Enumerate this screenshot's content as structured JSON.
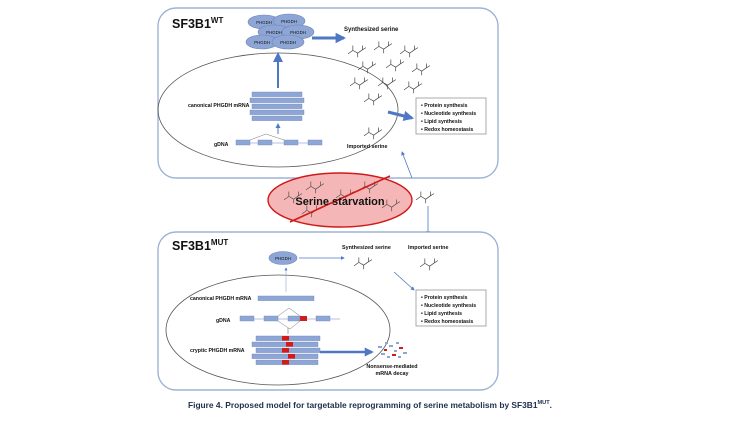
{
  "colors": {
    "panel_border": "#9fb4d6",
    "box_fill": "#8ea6d6",
    "box_stroke": "#6f86b8",
    "arrow": "#4f78c4",
    "mutation_red": "#d11a1a",
    "starvation_fill": "#f4b6b6",
    "starvation_stroke": "#d11a1a"
  },
  "wt_panel": {
    "title": "SF3B1",
    "title_sup": "WT",
    "protein_label": "PHGDH",
    "synth_serine_label": "Synthesized serine",
    "canonical_mrna_label": "canonical PHGDH mRNA",
    "gdna_label": "gDNA",
    "imported_serine_label": "Imported serine",
    "outcomes": [
      "Protein synthesis",
      "Nucleotide synthesis",
      "Lipid synthesis",
      "Redox homeostasis"
    ]
  },
  "starvation": {
    "label": "Serine starvation"
  },
  "mut_panel": {
    "title": "SF3B1",
    "title_sup": "MUT",
    "protein_label": "PHGDH",
    "synth_serine_label": "Synthesized serine",
    "imported_serine_label": "Imported serine",
    "canonical_mrna_label": "canonical PHGDH mRNA",
    "gdna_label": "gDNA",
    "cryptic_mrna_label": "cryptic PHGDH mRNA",
    "nmd_label_1": "Nonsense-mediated",
    "nmd_label_2": "mRNA decay",
    "outcomes": [
      "Protein synthesis",
      "Nucleotide synthesis",
      "Lipid synthesis",
      "Redox homeostasis"
    ]
  },
  "caption": {
    "text": "Figure 4. Proposed model for targetable reprogramming of serine metabolism by SF3B1",
    "sup": "MUT",
    "end": "."
  }
}
